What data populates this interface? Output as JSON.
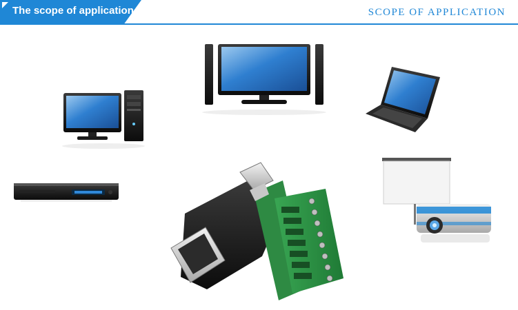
{
  "header": {
    "badge_title": "The scope of application",
    "right_title": "SCOPE OF APPLICATION"
  },
  "devices": [
    {
      "name": "desktop-computer"
    },
    {
      "name": "tv-with-speakers"
    },
    {
      "name": "laptop"
    },
    {
      "name": "dvd-player"
    },
    {
      "name": "projector-with-screen"
    },
    {
      "name": "hdmi-terminal-adapter"
    }
  ],
  "colors": {
    "accent": "#1f87d6",
    "screen": "#2f7fd0",
    "terminal_green": "#2fa04a"
  }
}
